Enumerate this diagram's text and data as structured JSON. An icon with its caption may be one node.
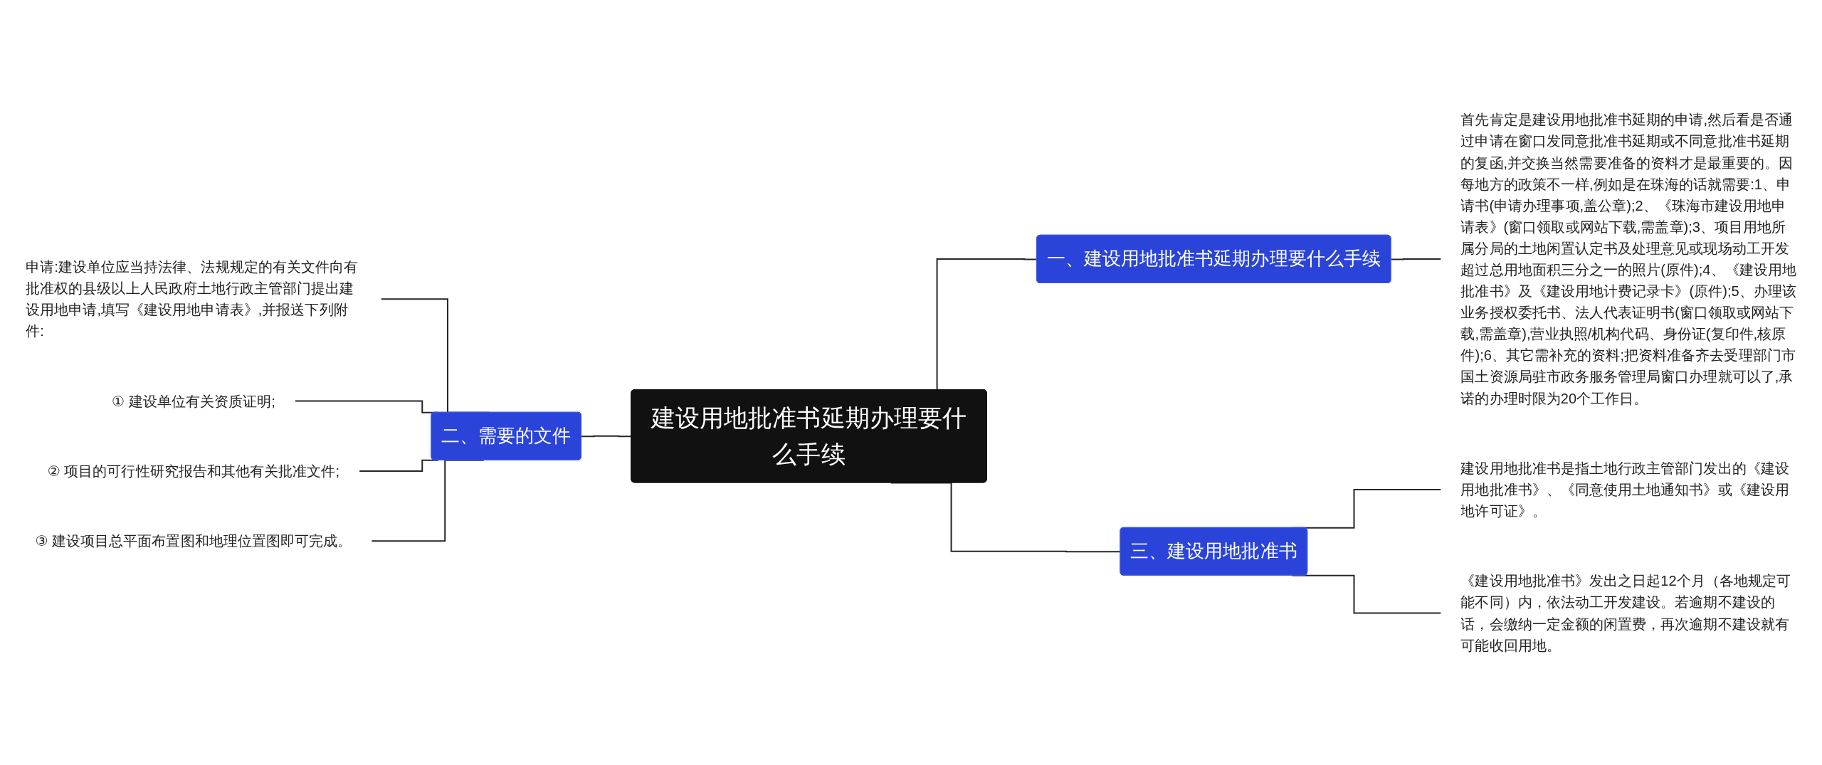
{
  "diagram": {
    "nodes": [
      {
        "text": [
          "建设用地批准书延期办理要什么手续"
        ]
      },
      {
        "text": [
          "一、建设用地批准书延期办理要什么手续"
        ]
      },
      {
        "text": [
          "首先肯定是建设用地批准书延期的申请,然后看是否通过申请在窗口发同意批准书延期或不同意批准书延期的复函,并交换当然需要准备的资料才是最重要的。因每地方的政策不一样,例如是在珠海的话就需要:1、申请书(申请办理事项,盖公章);2、《珠海市建设用地申请表》(窗口领取或网站下载,需盖章);3、项目用地所属分局的土地闲置认定书及处理意见或现场动工开发超过总用地面积三分之一的照片(原件);4、《建设用地批准书》及《建设用地计费记录卡》(原件);5、办理该业务授权委托书、法人代表证明书(窗口领取或网站下载,需盖章),营业执照/机构代码、身份证(复印件,核原件);6、其它需补充的资料;把资料准备齐去受理部门市国土资源局驻市政务服务管理局窗口办理就可以了,承诺的办理时限为20个工作日。"
        ]
      },
      {
        "text": [
          "二、需要的文件"
        ]
      },
      {
        "text": [
          "申请:建设单位应当持法律、法规规定的有关文件向有批准权的县级以上人民政府土地行政主管部门提出建设用地申请,填写《建设用地申请表》,并报送下列附件:"
        ]
      },
      {
        "text": [
          "① 建设单位有关资质证明;"
        ]
      },
      {
        "text": [
          "② 项目的可行性研究报告和其他有关批准文件;"
        ]
      },
      {
        "text": [
          "③ 建设项目总平面布置图和地理位置图即可完成。"
        ]
      },
      {
        "text": [
          "三、建设用地批准书"
        ]
      },
      {
        "text": [
          "建设用地批准书是指土地行政主管部门发出的《建设用地批准书》、《同意使用土地通知书》或《建设用地许可证》。"
        ]
      },
      {
        "text": [
          "《建设用地批准书》发出之日起12个月（各地规定可能不同）内，依法动工开发建设。若逾期不建设的话，会缴纳一定金额的闲置费，再次逾期不建设就有可能收回用地。"
        ]
      }
    ],
    "edges": [
      {
        "from": 0,
        "to": 1,
        "arrow": "none"
      },
      {
        "from": 1,
        "to": 2,
        "arrow": "none"
      },
      {
        "from": 3,
        "to": 0,
        "arrow": "none"
      },
      {
        "from": 4,
        "to": 3,
        "arrow": "none"
      },
      {
        "from": 5,
        "to": 3,
        "arrow": "none"
      },
      {
        "from": 6,
        "to": 3,
        "arrow": "none"
      },
      {
        "from": 7,
        "to": 3,
        "arrow": "none"
      },
      {
        "from": 0,
        "to": 8,
        "arrow": "none"
      },
      {
        "from": 8,
        "to": 9,
        "arrow": "none"
      },
      {
        "from": 8,
        "to": 10,
        "arrow": "none"
      }
    ]
  }
}
